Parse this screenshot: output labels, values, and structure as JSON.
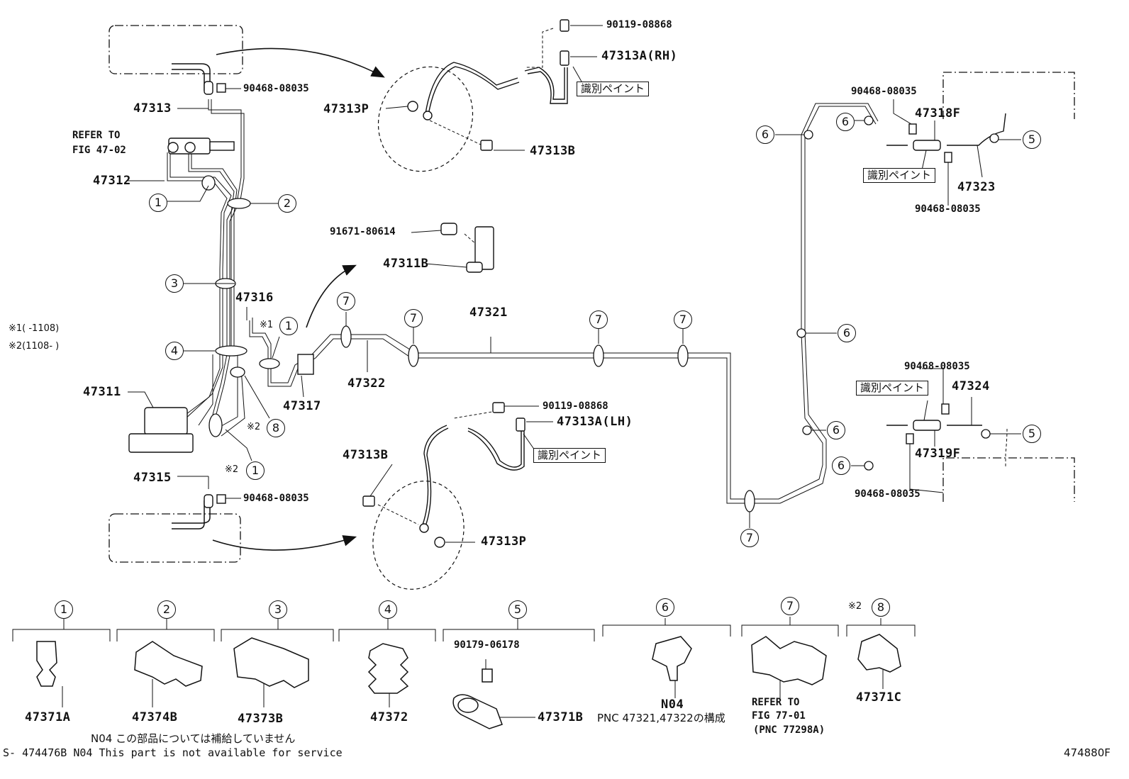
{
  "labels": {
    "p90119_top": "90119-08868",
    "p47313A_rh": "47313A(RH)",
    "p47313P_top": "47313P",
    "p47313B_top": "47313B",
    "p90468_top": "90468-08035",
    "p47313": "47313",
    "refer_to_1": "REFER TO",
    "fig_47_02": "FIG 47-02",
    "p47312": "47312",
    "p91671": "91671-80614",
    "p47311B": "47311B",
    "p47316": "47316",
    "note1": "※1(   -1108)",
    "note2": "※2(1108-   )",
    "p47311": "47311",
    "p47317": "47317",
    "p47322": "47322",
    "p47321": "47321",
    "p47315": "47315",
    "p90468_bot": "90468-08035",
    "p90119_mid": "90119-08868",
    "p47313A_lh": "47313A(LH)",
    "p47313B_mid": "47313B",
    "p47313P_mid": "47313P",
    "p90468_r1": "90468-08035",
    "p47318F": "47318F",
    "p47323": "47323",
    "p90468_r2": "90468-08035",
    "p90468_r3": "90468-08035",
    "p47324": "47324",
    "p47319F": "47319F",
    "p90468_r4": "90468-08035",
    "paint_1": "識別ペイント",
    "paint_2": "識別ペイント",
    "paint_3": "識別ペイント",
    "paint_4": "識別ペイント",
    "mark_x1": "※1",
    "mark_x2a": "※2",
    "mark_x2b": "※2",
    "mark_x2c": "※2"
  },
  "legend": {
    "p47371A": "47371A",
    "p47374B": "47374B",
    "p47373B": "47373B",
    "p47372": "47372",
    "p90179": "90179-06178",
    "p47371B": "47371B",
    "n04": "N04",
    "pnc_note": "PNC 47321,47322の構成",
    "refer_to_2": "REFER TO",
    "fig_77_01": "FIG 77-01",
    "pnc_77298a": "(PNC 77298A)",
    "p47371C": "47371C"
  },
  "footer": {
    "n04_jp": "N04 この部品については補給していません",
    "n04_en": "S- 474476B N04 This part is not available for service",
    "diagram_id": "474880F"
  },
  "callouts": [
    "1",
    "2",
    "3",
    "4",
    "5",
    "6",
    "7",
    "8"
  ]
}
